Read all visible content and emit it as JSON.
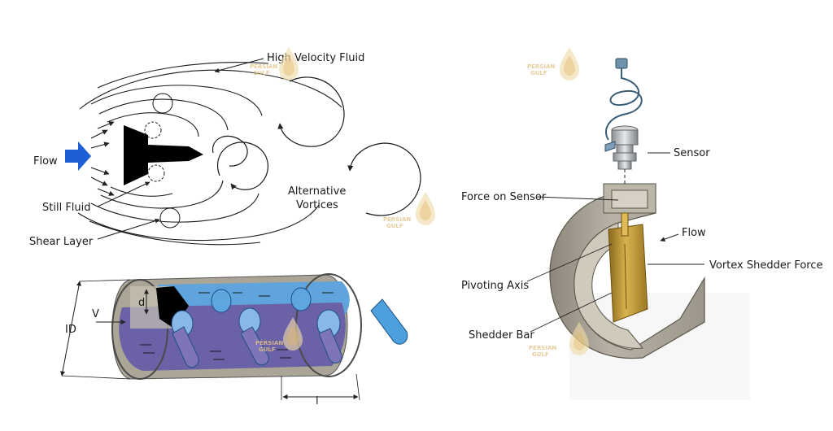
{
  "top_left": {
    "labels": {
      "high_velocity": "High Velocity Fluid",
      "flow": "Flow",
      "still_fluid": "Still Fluid",
      "shear_layer": "Shear Layer",
      "alternative_line1": "Alternative",
      "alternative_line2": "Vortices"
    }
  },
  "bottom_left": {
    "labels": {
      "d": "d",
      "v": "V",
      "id": "ID",
      "l": "l"
    }
  },
  "right": {
    "labels": {
      "sensor": "Sensor",
      "force_on_sensor": "Force on Sensor",
      "flow": "Flow",
      "vortex_shedder_force": "Vortex Shedder Force",
      "pivoting_axis": "Pivoting Axis",
      "shedder_bar": "Shedder Bar"
    }
  },
  "watermark": {
    "line1": "PERSIAN",
    "line2": "GULF",
    "color": "#e3c58a"
  },
  "colors": {
    "flow_arrow": "#1f5fd6",
    "bluff_body": "#000000",
    "water_top": "#63a9de",
    "water_bottom": "#6f66a8",
    "pipe_shell": "#a6a091",
    "bar_gold": "#c9a13b"
  }
}
